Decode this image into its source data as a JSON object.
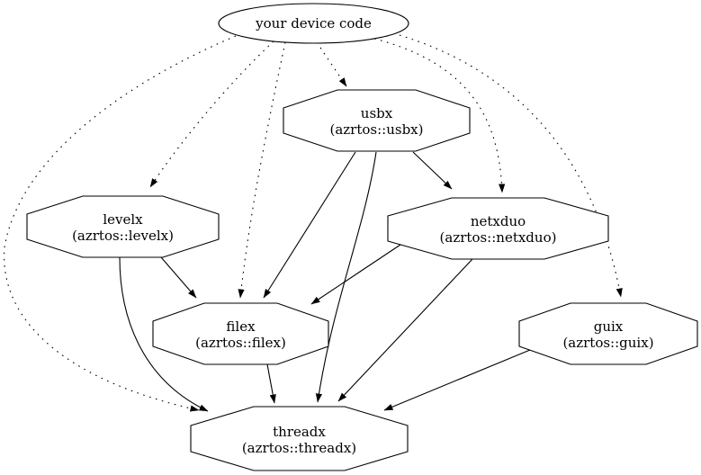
{
  "diagram": {
    "kind": "dependency-graph",
    "background_color": "#ffffff",
    "line_color": "#000000",
    "nodes": [
      {
        "id": "device",
        "label": "your device code",
        "sublabel": "",
        "shape": "ellipse"
      },
      {
        "id": "usbx",
        "label": "usbx",
        "sublabel": "(azrtos::usbx)",
        "shape": "octagon"
      },
      {
        "id": "levelx",
        "label": "levelx",
        "sublabel": "(azrtos::levelx)",
        "shape": "octagon"
      },
      {
        "id": "netxduo",
        "label": "netxduo",
        "sublabel": "(azrtos::netxduo)",
        "shape": "octagon"
      },
      {
        "id": "filex",
        "label": "filex",
        "sublabel": "(azrtos::filex)",
        "shape": "octagon"
      },
      {
        "id": "guix",
        "label": "guix",
        "sublabel": "(azrtos::guix)",
        "shape": "octagon"
      },
      {
        "id": "threadx",
        "label": "threadx",
        "sublabel": "(azrtos::threadx)",
        "shape": "octagon"
      }
    ],
    "edges": [
      {
        "from": "device",
        "to": "usbx",
        "style": "dotted"
      },
      {
        "from": "device",
        "to": "levelx",
        "style": "dotted"
      },
      {
        "from": "device",
        "to": "filex",
        "style": "dotted"
      },
      {
        "from": "device",
        "to": "netxduo",
        "style": "dotted"
      },
      {
        "from": "device",
        "to": "guix",
        "style": "dotted"
      },
      {
        "from": "device",
        "to": "threadx",
        "style": "dotted"
      },
      {
        "from": "usbx",
        "to": "netxduo",
        "style": "solid"
      },
      {
        "from": "usbx",
        "to": "filex",
        "style": "solid"
      },
      {
        "from": "usbx",
        "to": "threadx",
        "style": "solid"
      },
      {
        "from": "levelx",
        "to": "filex",
        "style": "solid"
      },
      {
        "from": "levelx",
        "to": "threadx",
        "style": "solid"
      },
      {
        "from": "netxduo",
        "to": "filex",
        "style": "solid"
      },
      {
        "from": "netxduo",
        "to": "threadx",
        "style": "solid"
      },
      {
        "from": "filex",
        "to": "threadx",
        "style": "solid"
      },
      {
        "from": "guix",
        "to": "threadx",
        "style": "solid"
      }
    ]
  }
}
